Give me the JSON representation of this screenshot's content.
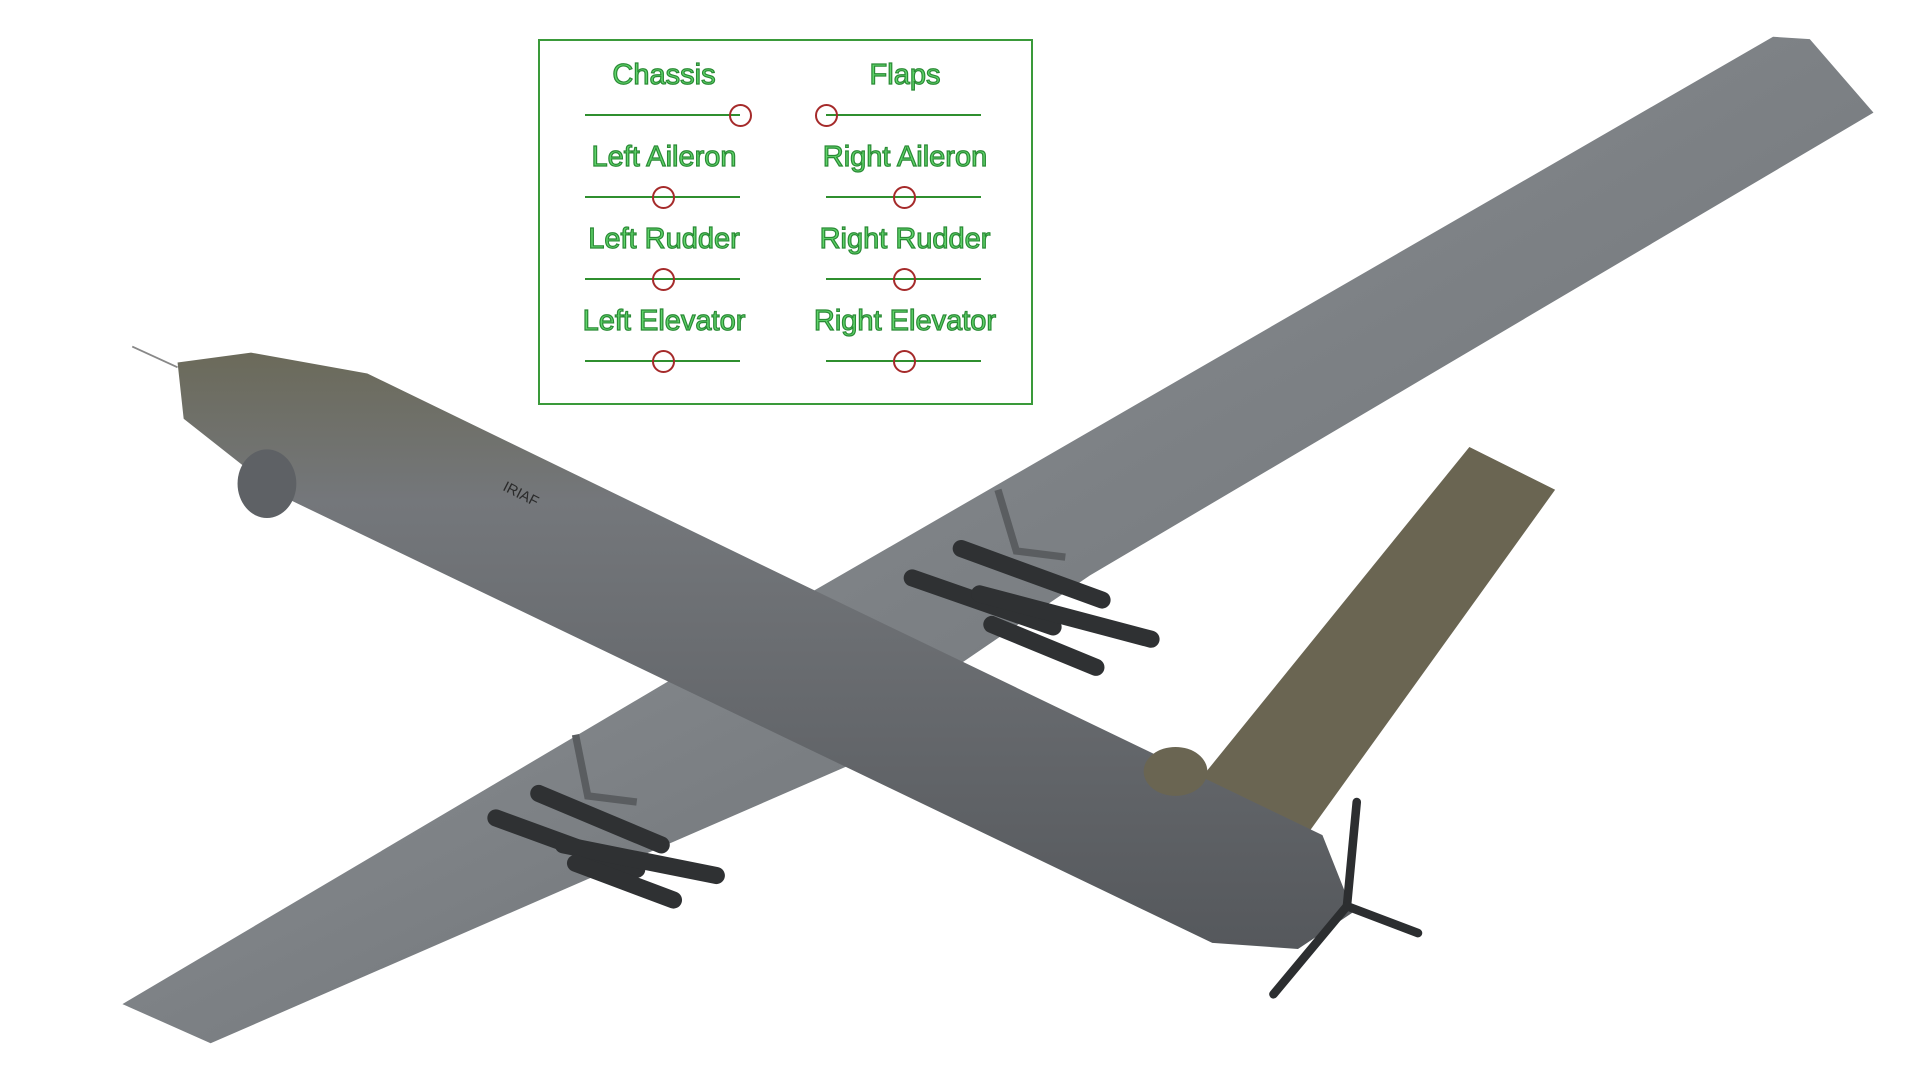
{
  "panel": {
    "controls": [
      {
        "label": "Chassis",
        "value": 1.0
      },
      {
        "label": "Flaps",
        "value": 0.0
      },
      {
        "label": "Left Aileron",
        "value": 0.5
      },
      {
        "label": "Right Aileron",
        "value": 0.5
      },
      {
        "label": "Left Rudder",
        "value": 0.5
      },
      {
        "label": "Right Rudder",
        "value": 0.5
      },
      {
        "label": "Left Elevator",
        "value": 0.5
      },
      {
        "label": "Right Elevator",
        "value": 0.5
      }
    ]
  },
  "model": {
    "fuselage_marking": "IRIAF"
  },
  "colors": {
    "label": "#5fd36a",
    "track": "#2f8f2f",
    "handle": "#a52a2a",
    "wing": "#7d8185",
    "fuselage": "#6e7176",
    "tail": "#6a6552"
  }
}
